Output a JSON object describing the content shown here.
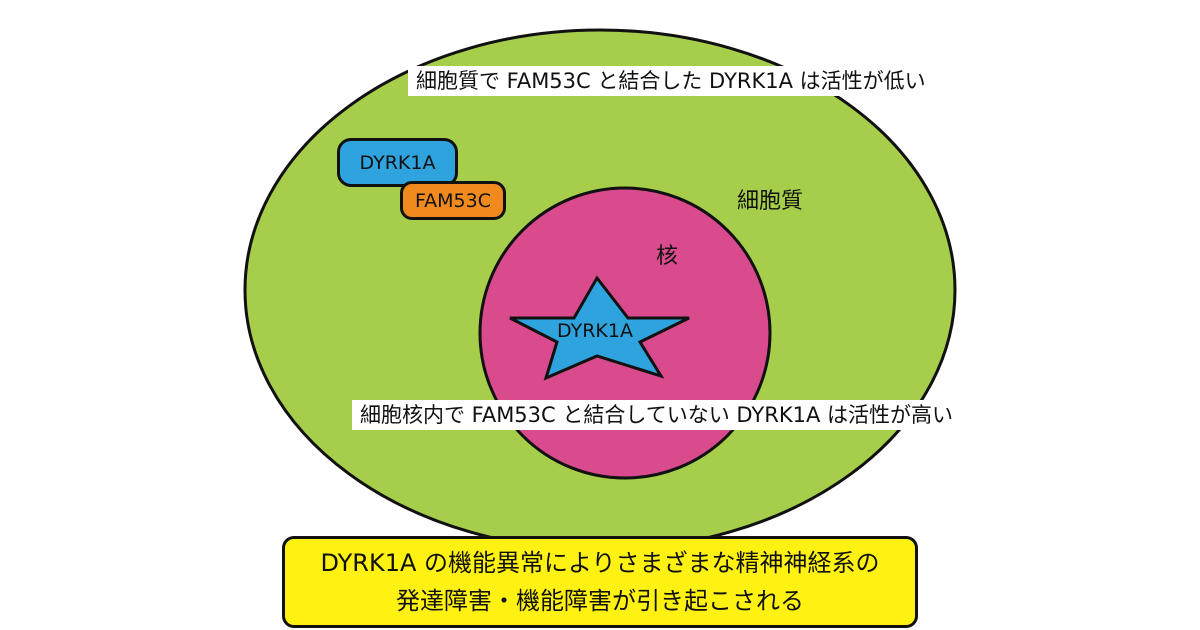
{
  "colors": {
    "cytoplasm": "#a6ce4a",
    "nucleus": "#d94b8c",
    "dyrk1a": "#2ea3dd",
    "fam53c": "#f08a1e",
    "summary_box": "#fff212",
    "outline": "#111111"
  },
  "diagram": {
    "cytoplasm_caption": "細胞質で FAM53C と結合した DYRK1A は活性が低い",
    "cytoplasm_label": "細胞質",
    "nucleus_label": "核",
    "nucleus_caption": "細胞核内で FAM53C と結合していない DYRK1A は活性が高い",
    "complex": {
      "dyrk1a_label": "DYRK1A",
      "fam53c_label": "FAM53C"
    },
    "nuclear_dyrk1a_label": "DYRK1A"
  },
  "summary": {
    "line1": "DYRK1A の機能異常によりさまざまな精神神経系の",
    "line2": "発達障害・機能障害が引き起こされる"
  }
}
